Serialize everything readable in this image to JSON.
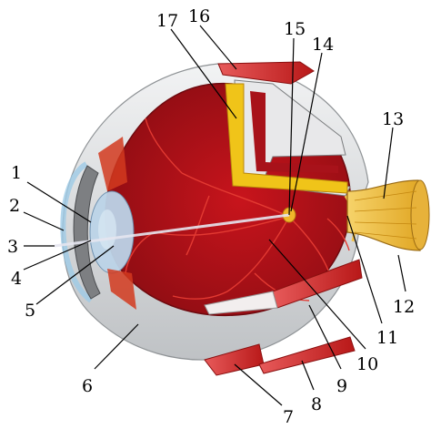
{
  "labels": [
    {
      "id": "1",
      "text": "1"
    },
    {
      "id": "2",
      "text": "2"
    },
    {
      "id": "3",
      "text": "3"
    },
    {
      "id": "4",
      "text": "4"
    },
    {
      "id": "5",
      "text": "5"
    },
    {
      "id": "6",
      "text": "6"
    },
    {
      "id": "7",
      "text": "7"
    },
    {
      "id": "8",
      "text": "8"
    },
    {
      "id": "9",
      "text": "9"
    },
    {
      "id": "10",
      "text": "10"
    },
    {
      "id": "11",
      "text": "11"
    },
    {
      "id": "12",
      "text": "12"
    },
    {
      "id": "13",
      "text": "13"
    },
    {
      "id": "14",
      "text": "14"
    },
    {
      "id": "15",
      "text": "15"
    },
    {
      "id": "16",
      "text": "16"
    },
    {
      "id": "17",
      "text": "17"
    }
  ],
  "colors": {
    "sclera": "#d6d8da",
    "choroid": "#b8121a",
    "retina_inner": "#9a1016",
    "vessels": "#e2302a",
    "fat_layer": "#f0c419",
    "muscle": "#cf2a2a",
    "lens": "#bcd4e8",
    "iris": "#8a8a8a",
    "optic_nerve": "#e9b53b",
    "cornea": "#d8eaf6"
  }
}
